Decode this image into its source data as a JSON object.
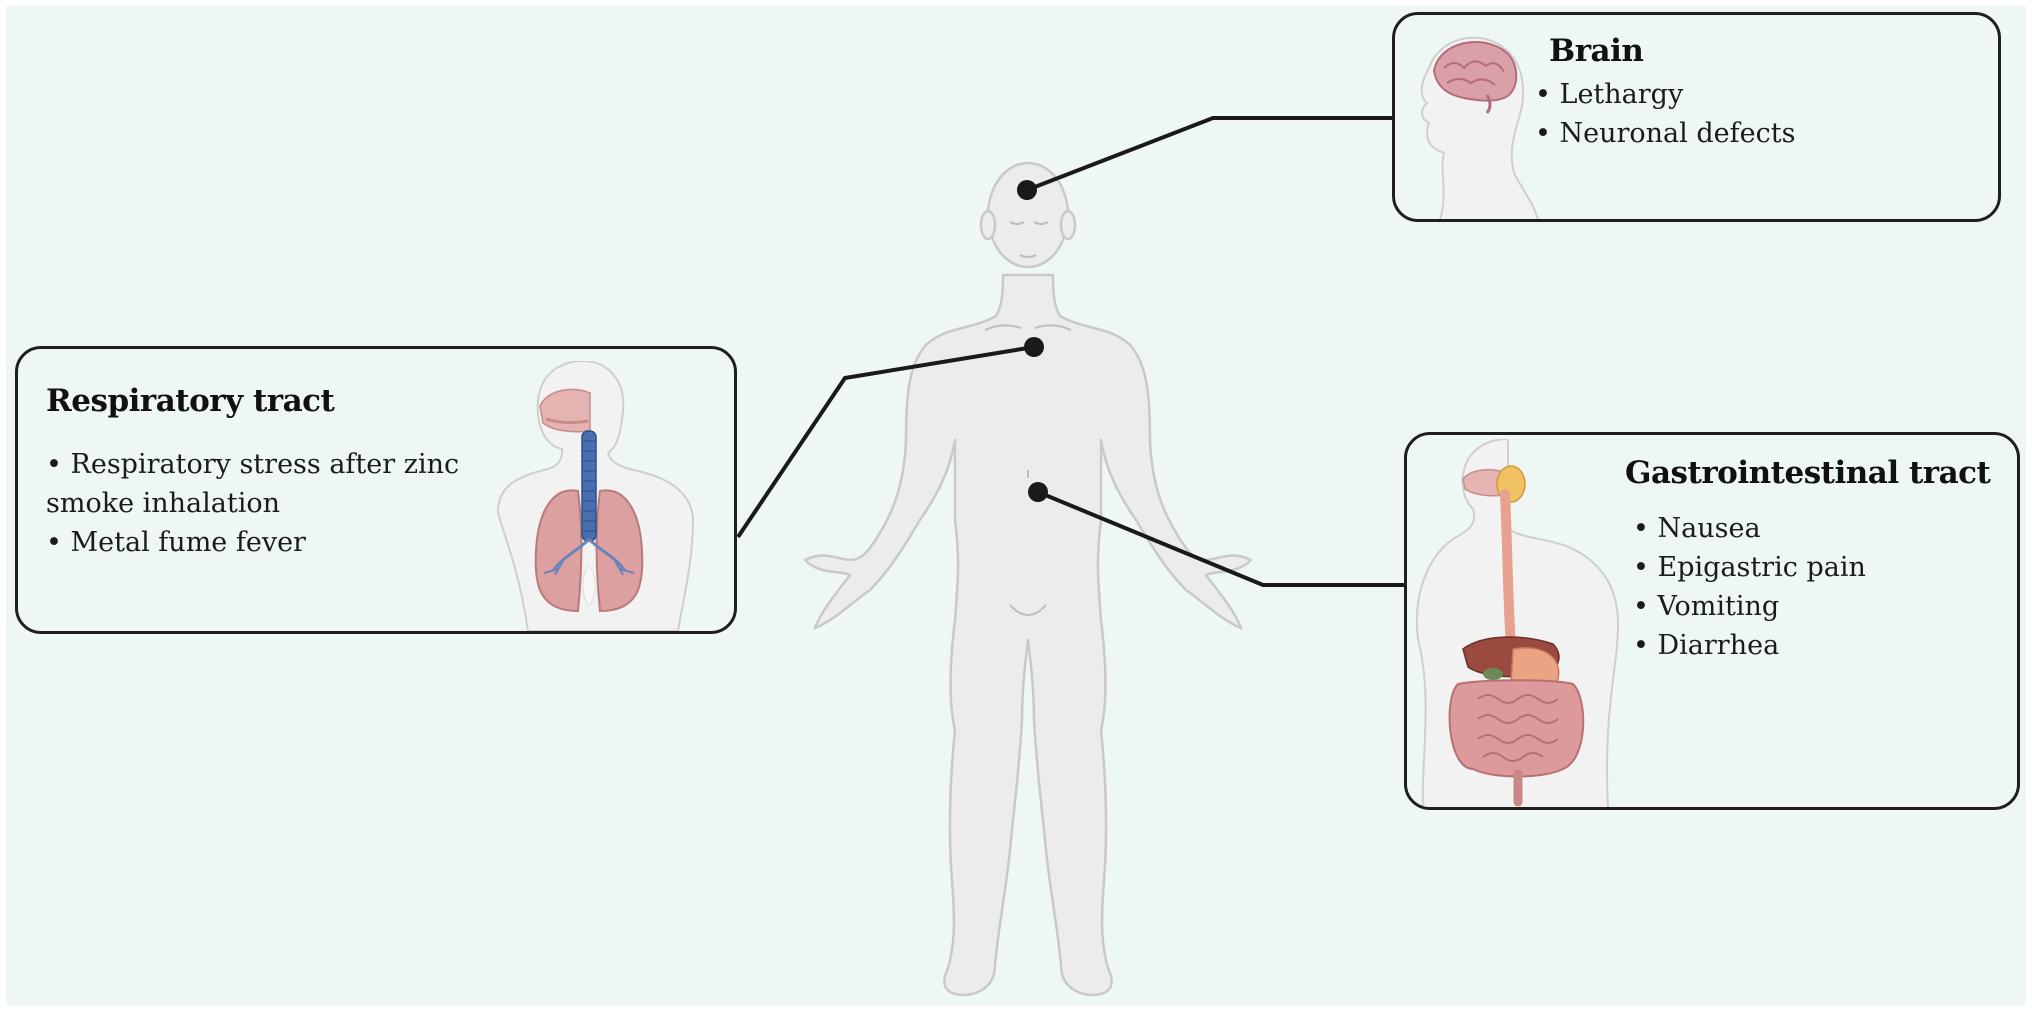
{
  "colors": {
    "background": "#eef7f3",
    "body_fill": "#ececec",
    "body_stroke": "#c9c9c9",
    "connector": "#1a1a1a",
    "organ_pink": "#d98b8b",
    "trachea_blue": "#4a6fb0",
    "liver_brown": "#9a4a3e"
  },
  "panels": {
    "brain": {
      "title": "Brain",
      "items": [
        "Lethargy",
        "Neuronal defects"
      ],
      "icon": "head-with-brain-icon"
    },
    "respiratory": {
      "title": "Respiratory tract",
      "items": [
        "Respiratory stress after zinc smoke inhalation",
        "Metal fume fever"
      ],
      "icon": "torso-with-lungs-icon"
    },
    "gastrointestinal": {
      "title": "Gastrointestinal tract",
      "items": [
        "Nausea",
        "Epigastric pain",
        "Vomiting",
        "Diarrhea"
      ],
      "icon": "torso-with-digestive-system-icon"
    }
  }
}
